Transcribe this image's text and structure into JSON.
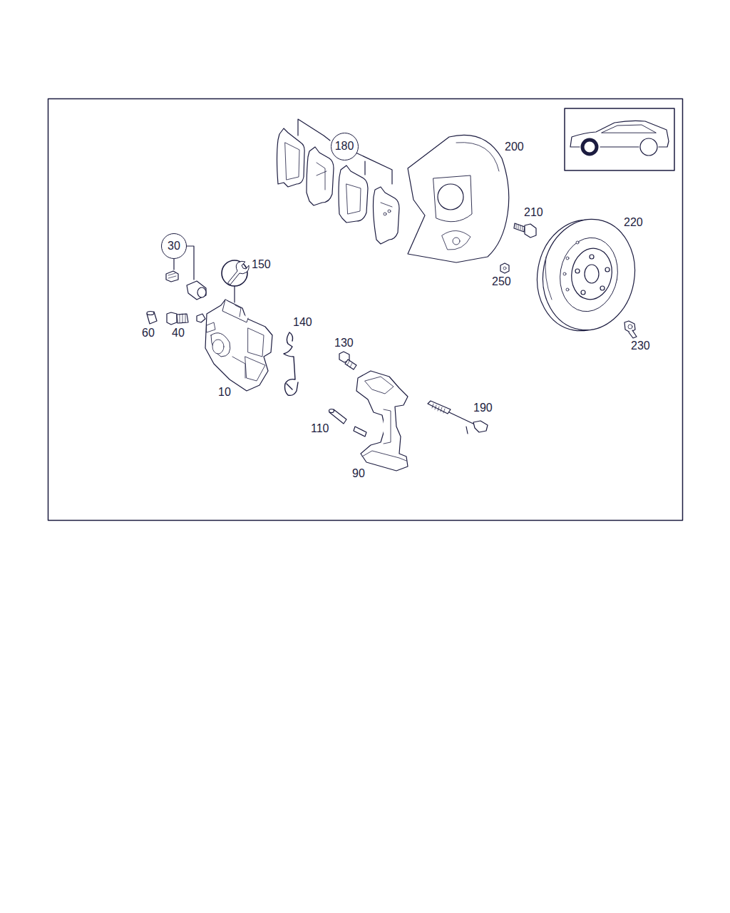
{
  "diagram": {
    "nodes": [
      {
        "text": [
          "180"
        ]
      },
      {
        "text": [
          "30"
        ]
      }
    ],
    "labels": [
      "200",
      "210",
      "220",
      "150",
      "250",
      "140",
      "60",
      "40",
      "130",
      "230",
      "10",
      "190",
      "110",
      "90"
    ]
  }
}
